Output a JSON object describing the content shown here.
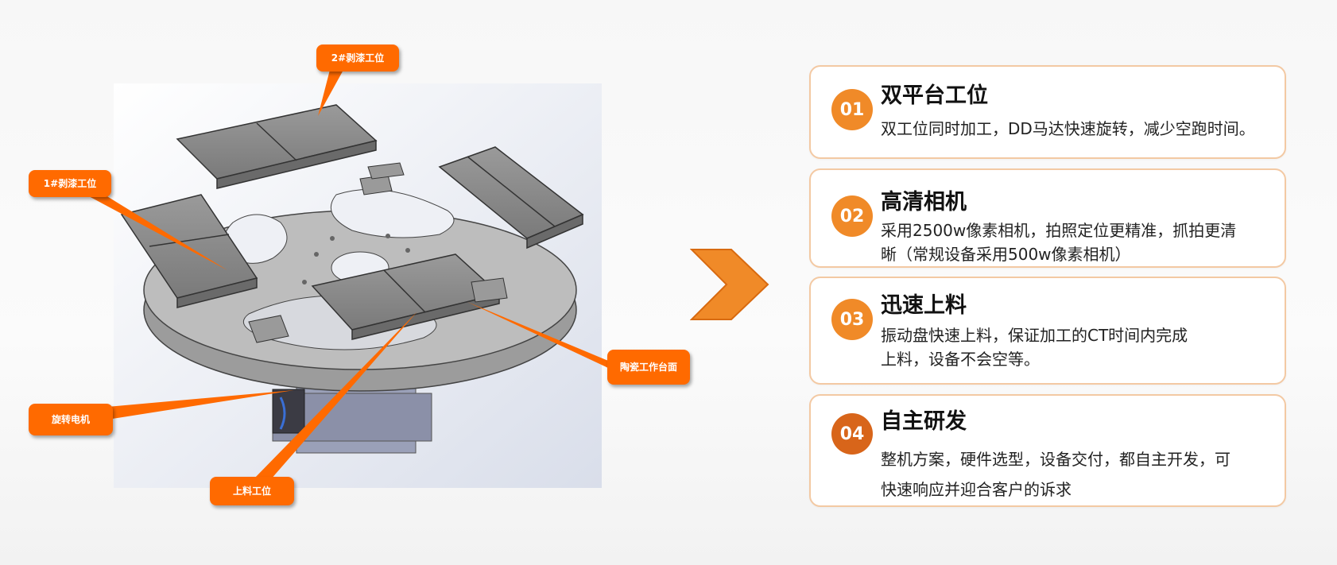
{
  "callouts": {
    "station2": "2#剥漆工位",
    "station1": "1#剥漆工位",
    "ceramic_table": "陶瓷工作台面",
    "rotary_motor": "旋转电机",
    "loading_station": "上料工位"
  },
  "features": [
    {
      "num": "01",
      "title": "双平台工位",
      "desc": [
        "双工位同时加工，DD马达快速旋转，减少空跑时间。"
      ]
    },
    {
      "num": "02",
      "title": "高清相机",
      "desc": [
        "采用2500w像素相机，拍照定位更精准，抓拍更清",
        "晰（常规设备采用500w像素相机）"
      ]
    },
    {
      "num": "03",
      "title": "迅速上料",
      "desc": [
        "振动盘快速上料，保证加工的CT时间内完成",
        "上料，设备不会空等。"
      ]
    },
    {
      "num": "04",
      "title": "自主研发",
      "desc": [
        "整机方案，硬件选型，设备交付，都自主开发，可",
        "快速响应并迎合客户的诉求"
      ]
    }
  ],
  "colors": {
    "callout": "#ff6a00",
    "badge": "#f08a28",
    "badge_dark": "#d8651a",
    "card_border": "#f3c9a3",
    "arrow": "#f08a28"
  }
}
